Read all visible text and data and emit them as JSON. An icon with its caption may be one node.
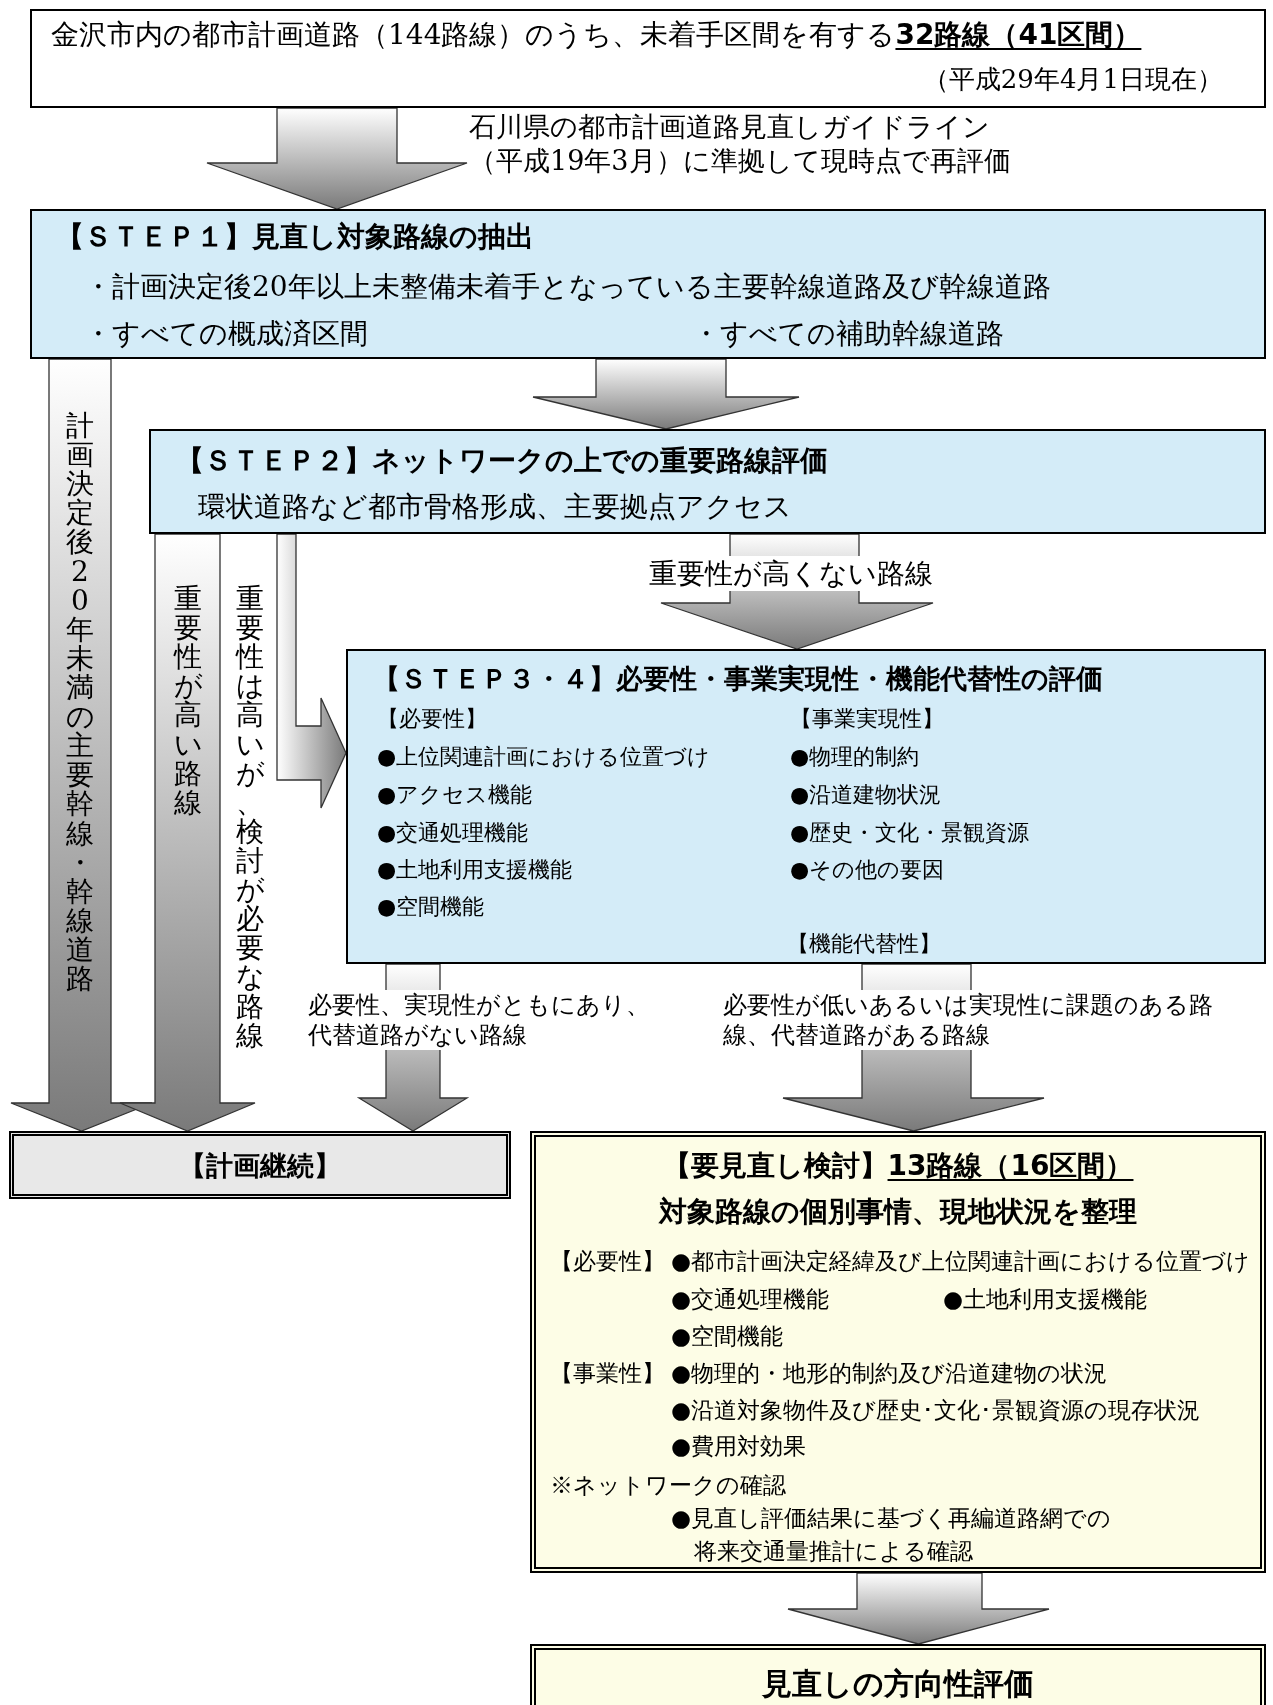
{
  "diagram": {
    "nodes": [
      {
        "text": [
          "金沢市内の都市計画道路（144路線）のうち、未着手区間を有する",
          "32路線（41区間）",
          "（平成29年4月1日現在）"
        ]
      },
      {
        "text": [
          "【ＳＴＥＰ１】見直し対象路線の抽出",
          "・計画決定後20年以上未整備未着手となっている主要幹線道路及び幹線道路",
          "・すべての概成済区間",
          "・すべての補助幹線道路"
        ]
      },
      {
        "text": [
          "【ＳＴＥＰ２】ネットワークの上での重要路線評価",
          "環状道路など都市骨格形成、主要拠点アクセス"
        ]
      },
      {
        "text": [
          "【ＳＴＥＰ３・４】必要性・事業実現性・機能代替性の評価",
          "【必要性】",
          "●上位関連計画における位置づけ",
          "●アクセス機能",
          "●交通処理機能",
          "●土地利用支援機能",
          "●空間機能",
          "【事業実現性】",
          "●物理的制約",
          "●沿道建物状況",
          "●歴史・文化・景観資源",
          "●その他の要因",
          "【機能代替性】"
        ]
      },
      {
        "text": [
          "【計画継続】"
        ]
      },
      {
        "text": [
          "【要見直し検討】",
          "13路線（16区間）",
          "対象路線の個別事情、現地状況を整理",
          "【必要性】",
          "●都市計画決定経緯及び上位関連計画における位置づけ",
          "●交通処理機能",
          "●土地利用支援機能",
          "●空間機能",
          "【事業性】",
          "●物理的・地形的制約及び沿道建物の状況",
          "●沿道対象物件及び歴史･文化･景観資源の現存状況",
          "●費用対効果",
          "※ネットワークの確認",
          "●見直し評価結果に基づく再編道路網での将来交通量推計による確認"
        ]
      },
      {
        "text": [
          "見直しの方向性評価"
        ]
      }
    ],
    "edges": [
      {
        "from": 0,
        "to": 1,
        "arrow": "to",
        "label": "石川県の都市計画道路見直しガイドライン（平成19年3月）に準拠して現時点で再評価"
      },
      {
        "from": 1,
        "to": 2,
        "arrow": "to"
      },
      {
        "from": 1,
        "to": 4,
        "arrow": "to",
        "label": "計画決定後20年未満の主要幹線・幹線道路"
      },
      {
        "from": 2,
        "to": 4,
        "arrow": "to",
        "label": "重要性が高い路線"
      },
      {
        "from": 2,
        "to": 3,
        "arrow": "to",
        "label": "重要性は高いが、検討が必要な路線"
      },
      {
        "from": 2,
        "to": 3,
        "arrow": "to",
        "label": "重要性が高くない路線"
      },
      {
        "from": 3,
        "to": 4,
        "arrow": "to",
        "label": "必要性、実現性がともにあり、代替道路がない路線"
      },
      {
        "from": 3,
        "to": 5,
        "arrow": "to",
        "label": "必要性が低いあるいは実現性に課題のある路線、代替道路がある路線"
      },
      {
        "from": 5,
        "to": 6,
        "arrow": "to"
      }
    ]
  }
}
